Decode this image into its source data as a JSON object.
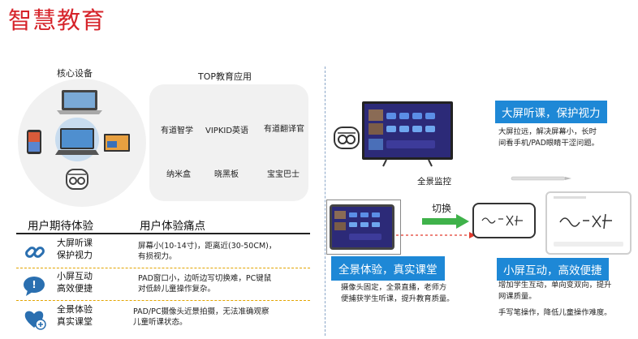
{
  "page": {
    "title": "智慧教育"
  },
  "core": {
    "label": "核心设备"
  },
  "apps": {
    "label": "TOP教育应用",
    "items": [
      "有道智学",
      "VIPKID英语",
      "有道翻译官",
      "纳米盒",
      "晓黑板",
      "宝宝巴士"
    ]
  },
  "table": {
    "header_expect": "用户期待体验",
    "header_pain": "用户体验痛点",
    "rows": [
      {
        "icon": "link-icon",
        "expect_line1": "大屏听课",
        "expect_line2": "保护视力",
        "pain_line1": "屏幕小(10-14寸)，距离近(30-50CM)，",
        "pain_line2": "有损视力。"
      },
      {
        "icon": "chat-bubble-icon",
        "expect_line1": "小屏互动",
        "expect_line2": "高效便捷",
        "pain_line1": "PAD窗口小，边听边写切换难，PC键鼠",
        "pain_line2": "对低龄儿童操作复杂。"
      },
      {
        "icon": "heart-plus-icon",
        "expect_line1": "全景体验",
        "expect_line2": "真实课堂",
        "pain_line1": "PAD/PC摄像头近景拍摄，无法准确观察",
        "pain_line2": "儿童听课状态。"
      }
    ]
  },
  "right": {
    "big_screen": {
      "title": "大屏听课，保护视力",
      "desc_line1": "大屏拉远，解决屏幕小，长时",
      "desc_line2": "间看手机/PAD眼睛干涩问题。"
    },
    "panorama_monitor": "全景监控",
    "switch": "切换",
    "panorama": {
      "title": "全景体验，真实课堂",
      "desc_line1": "摄像头固定，全景直播，老师方",
      "desc_line2": "便捕获学生听课，提升教育质量。"
    },
    "small_screen": {
      "title": "小屏互动，高效便捷",
      "desc_line1": "增加学生互动，单向变双向，提升",
      "desc_line2": "网课质量。",
      "desc_line3": "手写笔操作，降低儿童操作难度。"
    }
  },
  "colors": {
    "title_red": "#d6232a",
    "accent_blue": "#1e88d6",
    "arrow_green": "#3fb24a",
    "dash_red": "#e23b2e"
  }
}
